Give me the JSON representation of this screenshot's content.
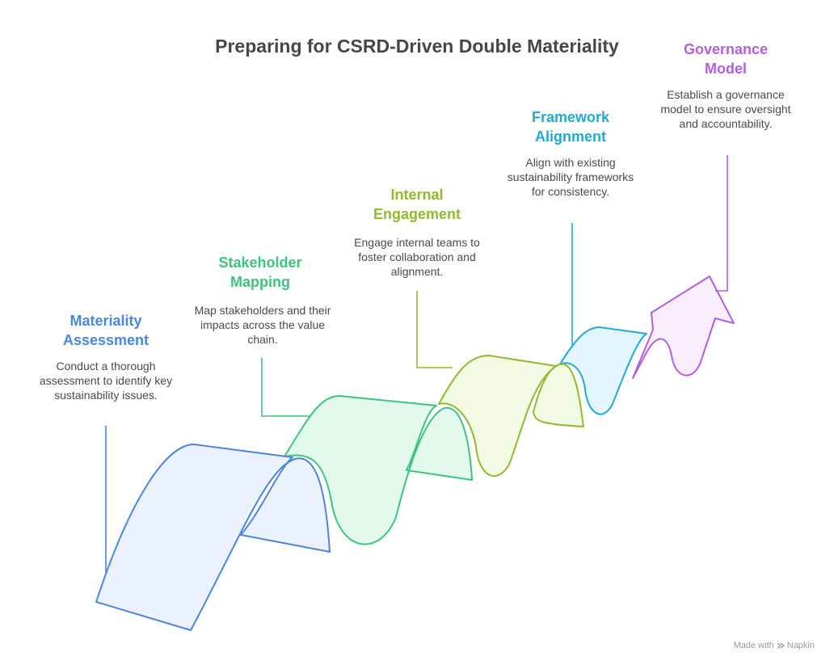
{
  "title": "Preparing for CSRD-Driven Double Materiality",
  "steps": [
    {
      "title": "Materiality Assessment",
      "description": "Conduct a thorough assessment to identify key sustainability issues.",
      "color": "#4a86dc",
      "fill": "#ecf2fd"
    },
    {
      "title": "Stakeholder Mapping",
      "description": "Map stakeholders and their impacts across the value chain.",
      "color": "#3cc47e",
      "fill": "#e4f9ee"
    },
    {
      "title": "Internal Engagement",
      "description": "Engage internal teams to foster collaboration and alignment.",
      "color": "#92b92f",
      "fill": "#f3f9e2"
    },
    {
      "title": "Framework Alignment",
      "description": "Align with existing sustainability frameworks for consistency.",
      "color": "#23a9d4",
      "fill": "#e3f6fd"
    },
    {
      "title": "Governance Model",
      "description": "Establish a governance model to ensure oversight and accountability.",
      "color": "#b25fdf",
      "fill": "#f8eefd"
    }
  ],
  "watermark": {
    "made_with": "Made with",
    "brand": "Napkin"
  }
}
